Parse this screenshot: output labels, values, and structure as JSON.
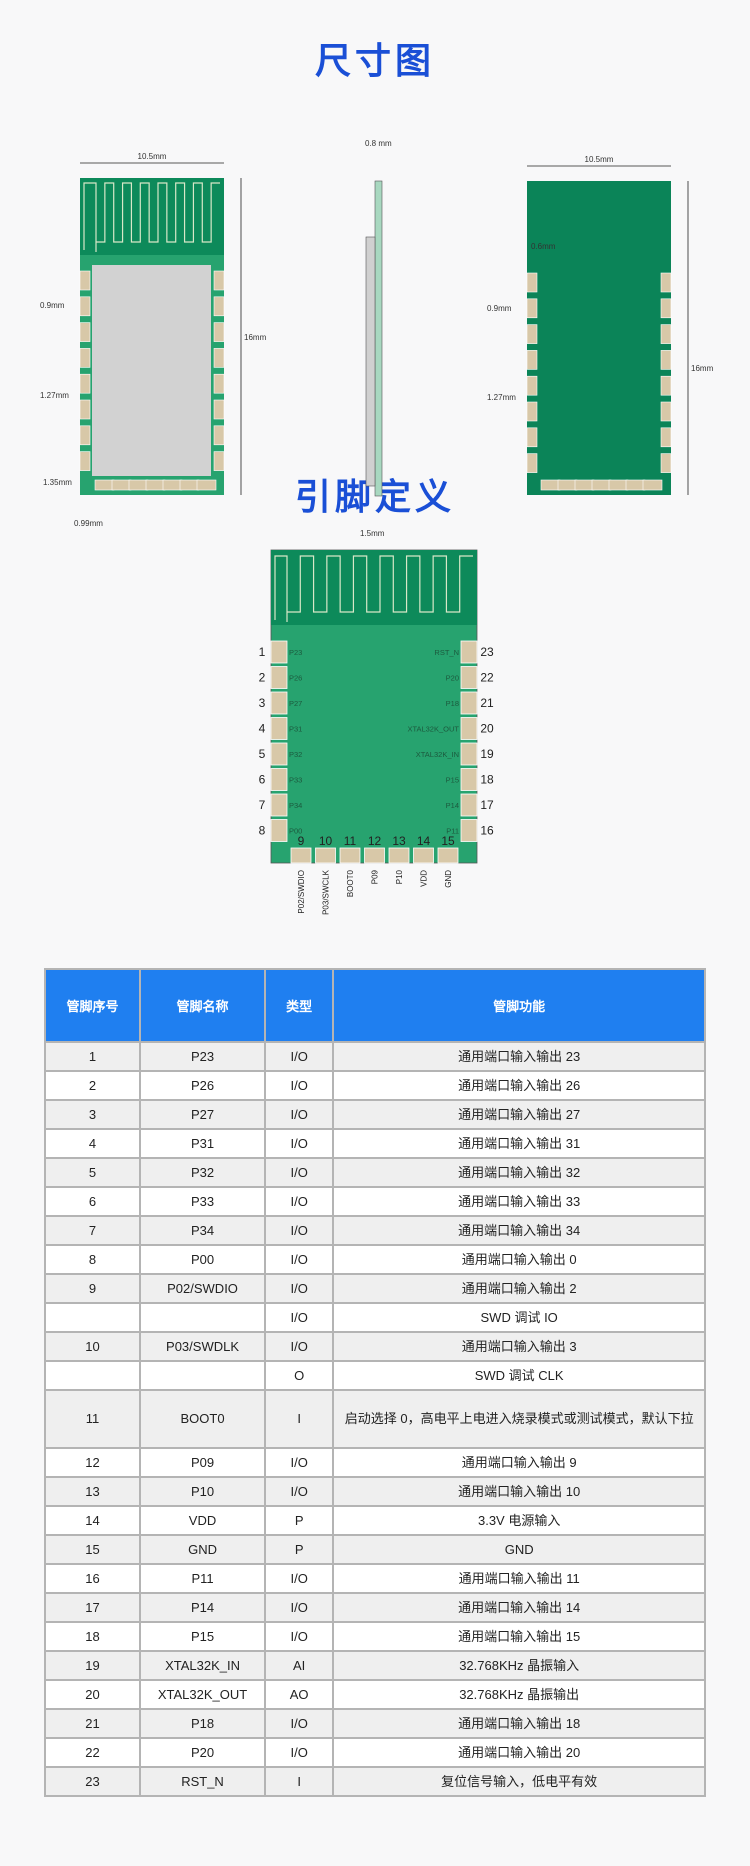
{
  "sections": {
    "dimensions_title": "尺寸图",
    "pinout_title": "引脚定义"
  },
  "dimensions": {
    "front": {
      "width": "10.5mm",
      "height": "16mm",
      "pad_width": "0.9mm",
      "pitch": "1.27mm",
      "bottom_margin": "1.35mm",
      "edge": "0.99mm"
    },
    "side": {
      "pcb_thickness": "0.8 mm",
      "total_thickness": "1.5mm"
    },
    "back": {
      "width": "10.5mm",
      "height": "16mm",
      "edge": "0.6mm",
      "pad_width": "0.9mm",
      "pitch": "1.27mm"
    }
  },
  "colors": {
    "title": "#1a4fd6",
    "header": "#1f7ff0",
    "pcb": "#27a36f",
    "antenna": "#0d8a5a",
    "pad": "#d8c8a8"
  },
  "pinout": {
    "left": [
      {
        "num": "1",
        "label": "P23"
      },
      {
        "num": "2",
        "label": "P26"
      },
      {
        "num": "3",
        "label": "P27"
      },
      {
        "num": "4",
        "label": "P31"
      },
      {
        "num": "5",
        "label": "P32"
      },
      {
        "num": "6",
        "label": "P33"
      },
      {
        "num": "7",
        "label": "P34"
      },
      {
        "num": "8",
        "label": "P00"
      }
    ],
    "bottom": [
      {
        "num": "9",
        "label": "P02/SWDIO"
      },
      {
        "num": "10",
        "label": "P03/SWCLK"
      },
      {
        "num": "11",
        "label": "BOOT0"
      },
      {
        "num": "12",
        "label": "P09"
      },
      {
        "num": "13",
        "label": "P10"
      },
      {
        "num": "14",
        "label": "VDD"
      },
      {
        "num": "15",
        "label": "GND"
      }
    ],
    "right": [
      {
        "num": "23",
        "label": "RST_N"
      },
      {
        "num": "22",
        "label": "P20"
      },
      {
        "num": "21",
        "label": "P18"
      },
      {
        "num": "20",
        "label": "XTAL32K_OUT"
      },
      {
        "num": "19",
        "label": "XTAL32K_IN"
      },
      {
        "num": "18",
        "label": "P15"
      },
      {
        "num": "17",
        "label": "P14"
      },
      {
        "num": "16",
        "label": "P11"
      }
    ]
  },
  "table": {
    "headers": [
      "管脚序号",
      "管脚名称",
      "类型",
      "管脚功能"
    ],
    "rows": [
      [
        "1",
        "P23",
        "I/O",
        "通用端口输入输出 23"
      ],
      [
        "2",
        "P26",
        "I/O",
        "通用端口输入输出 26"
      ],
      [
        "3",
        "P27",
        "I/O",
        "通用端口输入输出 27"
      ],
      [
        "4",
        "P31",
        "I/O",
        "通用端口输入输出 31"
      ],
      [
        "5",
        "P32",
        "I/O",
        "通用端口输入输出 32"
      ],
      [
        "6",
        "P33",
        "I/O",
        "通用端口输入输出 33"
      ],
      [
        "7",
        "P34",
        "I/O",
        "通用端口输入输出 34"
      ],
      [
        "8",
        "P00",
        "I/O",
        "通用端口输入输出 0"
      ],
      [
        "9",
        "P02/SWDIO",
        "I/O",
        "通用端口输入输出 2"
      ],
      [
        "",
        "",
        "I/O",
        "SWD 调试 IO"
      ],
      [
        "10",
        "P03/SWDLK",
        "I/O",
        "通用端口输入输出 3"
      ],
      [
        "",
        "",
        "O",
        "SWD 调试 CLK"
      ],
      [
        "11",
        "BOOT0",
        "I",
        "启动选择 0，高电平上电进入烧录模式或测试模式，默认下拉"
      ],
      [
        "12",
        "P09",
        "I/O",
        "通用端口输入输出 9"
      ],
      [
        "13",
        "P10",
        "I/O",
        "通用端口输入输出 10"
      ],
      [
        "14",
        "VDD",
        "P",
        "3.3V 电源输入"
      ],
      [
        "15",
        "GND",
        "P",
        "GND"
      ],
      [
        "16",
        "P11",
        "I/O",
        "通用端口输入输出 11"
      ],
      [
        "17",
        "P14",
        "I/O",
        "通用端口输入输出 14"
      ],
      [
        "18",
        "P15",
        "I/O",
        "通用端口输入输出 15"
      ],
      [
        "19",
        "XTAL32K_IN",
        "AI",
        "32.768KHz 晶振输入"
      ],
      [
        "20",
        "XTAL32K_OUT",
        "AO",
        "32.768KHz 晶振输出"
      ],
      [
        "21",
        "P18",
        "I/O",
        "通用端口输入输出 18"
      ],
      [
        "22",
        "P20",
        "I/O",
        "通用端口输入输出 20"
      ],
      [
        "23",
        "RST_N",
        "I",
        "复位信号输入，低电平有效"
      ]
    ]
  }
}
